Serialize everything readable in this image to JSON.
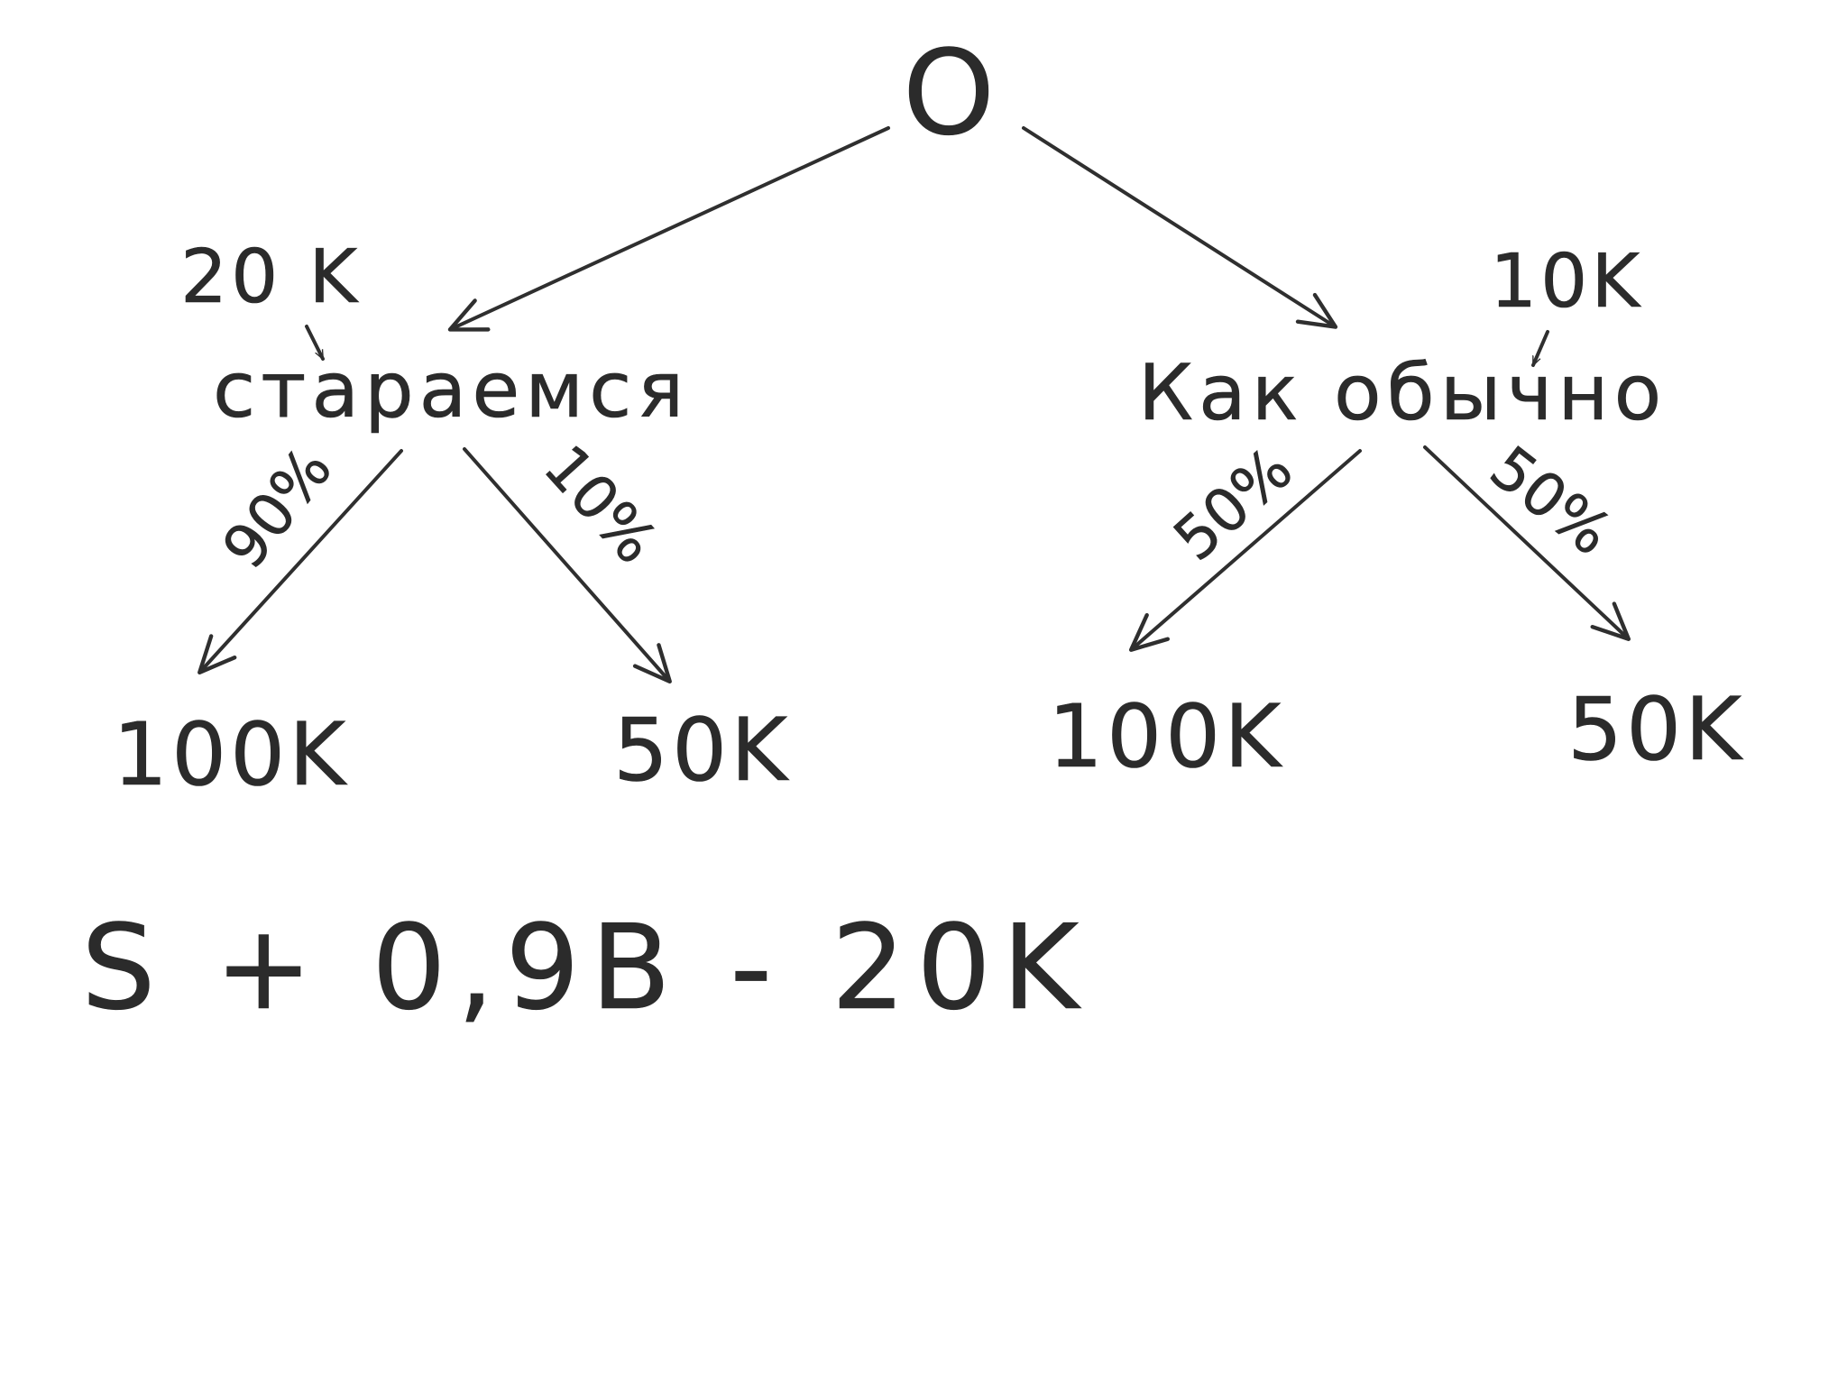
{
  "tree": {
    "root": {
      "label": "O"
    },
    "left_branch": {
      "choice": "стараемся",
      "cost": "20 K",
      "outcomes": [
        {
          "probability": "90%",
          "value": "100K"
        },
        {
          "probability": "10%",
          "value": "50K"
        }
      ]
    },
    "right_branch": {
      "choice": "Как обычно",
      "cost": "10K",
      "outcomes": [
        {
          "probability": "50%",
          "value": "100K"
        },
        {
          "probability": "50%",
          "value": "50K"
        }
      ]
    }
  },
  "formula": "S + 0,9B - 20K"
}
